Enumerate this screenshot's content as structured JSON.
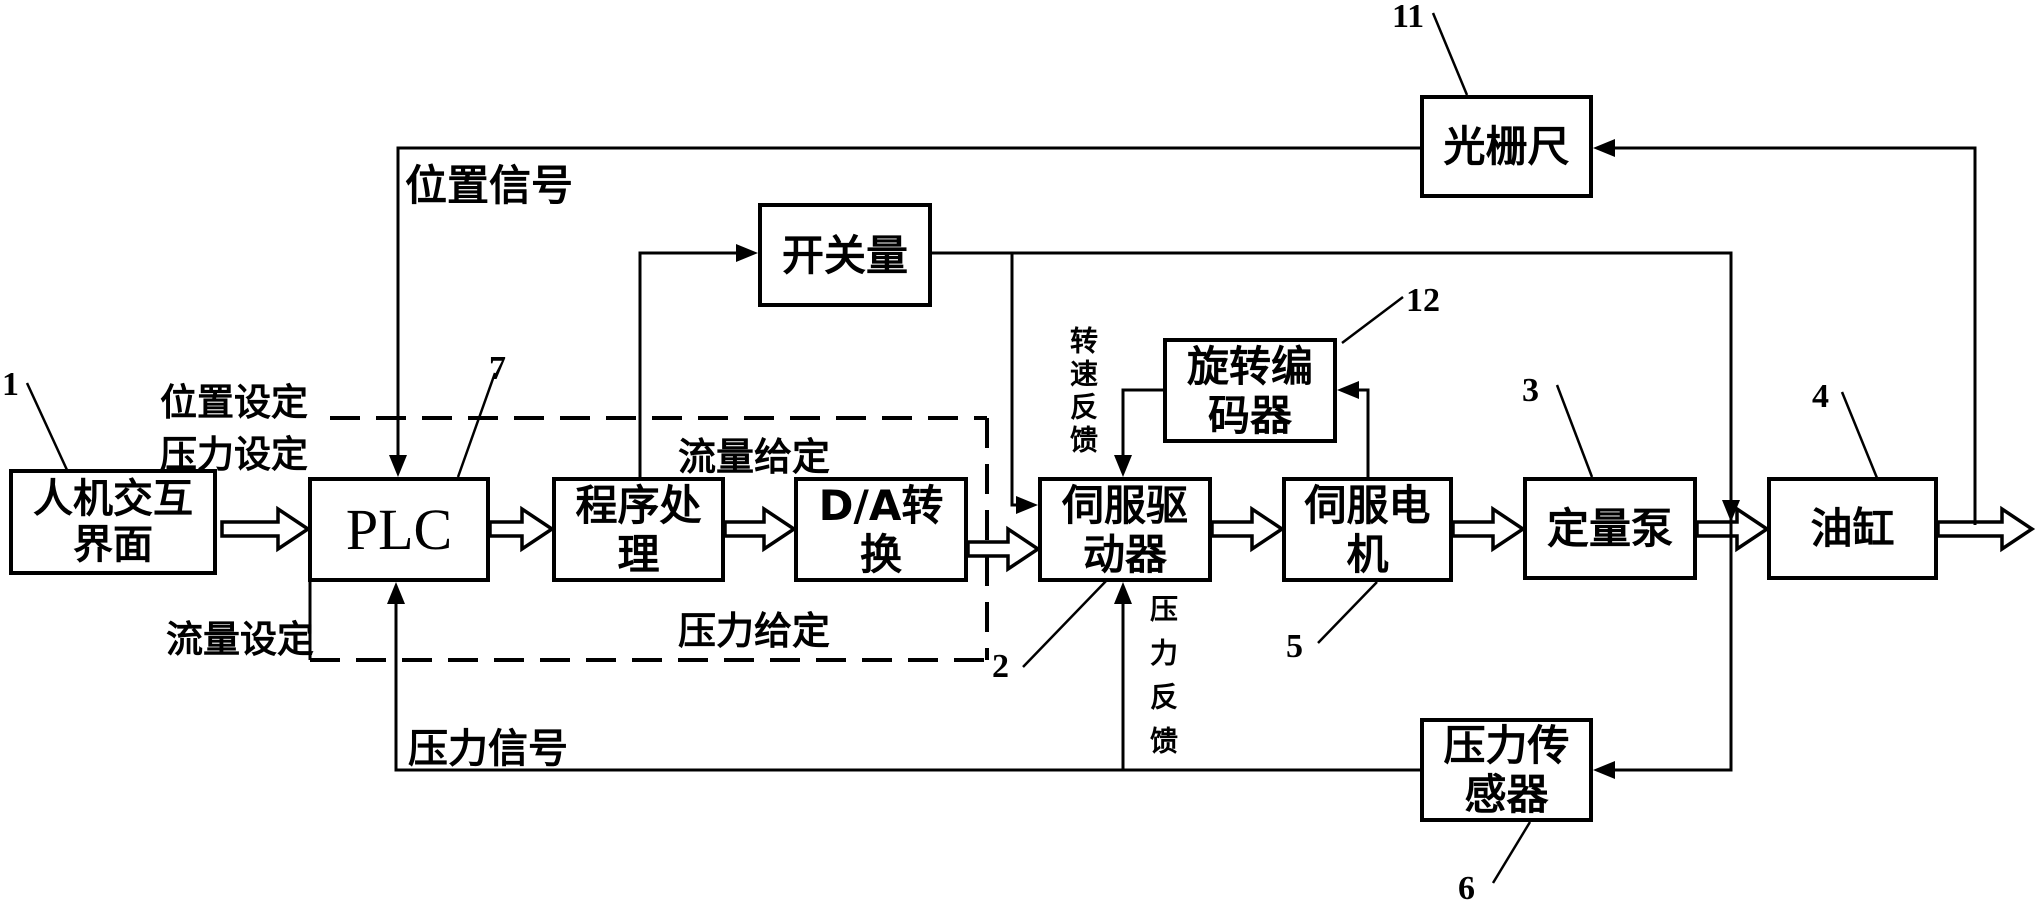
{
  "figure": {
    "background_color": "#ffffff",
    "line_color": "#000000",
    "type": "control-system-block-diagram"
  },
  "boxes": {
    "hmi": {
      "line1": "人机交互",
      "line2": "界面",
      "ref": "1"
    },
    "plc": {
      "line1": "PLC",
      "line2": "",
      "ref": "7"
    },
    "program": {
      "line1": "程序处",
      "line2": "理"
    },
    "da": {
      "line1": "D/A转",
      "line2": "换"
    },
    "servo_driver": {
      "line1": "伺服驱",
      "line2": "动器",
      "ref": "2"
    },
    "servo_motor": {
      "line1": "伺服电",
      "line2": "机",
      "ref": "5"
    },
    "pump": {
      "line1": "定量泵",
      "line2": "",
      "ref": "3"
    },
    "cylinder": {
      "line1": "油缸",
      "line2": "",
      "ref": "4"
    },
    "grating_scale": {
      "line1": "光栅尺",
      "line2": "",
      "ref": "11"
    },
    "rotary_encoder": {
      "line1": "旋转编",
      "line2": "码器",
      "ref": "12"
    },
    "pressure_sensor": {
      "line1": "压力传",
      "line2": "感器",
      "ref": "6"
    },
    "switch_io": {
      "line1": "开关量",
      "line2": ""
    }
  },
  "labels": {
    "position_signal": "位置信号",
    "position_set": "位置设定",
    "pressure_set": "压力设定",
    "flow_set": "流量设定",
    "flow_given": "流量给定",
    "pressure_given": "压力给定",
    "pressure_signal": "压力信号",
    "speed_feedback": "转速反馈",
    "pressure_feedback": "压力反馈"
  },
  "edges": [
    {
      "from": "人机交互界面",
      "to": "PLC",
      "type": "flow"
    },
    {
      "from": "PLC",
      "to": "程序处理",
      "type": "flow"
    },
    {
      "from": "程序处理",
      "to": "D/A转换",
      "type": "flow",
      "label": "流量给定/压力给定"
    },
    {
      "from": "D/A转换",
      "to": "伺服驱动器",
      "type": "flow"
    },
    {
      "from": "伺服驱动器",
      "to": "伺服电机",
      "type": "flow"
    },
    {
      "from": "伺服电机",
      "to": "定量泵",
      "type": "flow"
    },
    {
      "from": "定量泵",
      "to": "油缸",
      "type": "flow"
    },
    {
      "from": "程序处理",
      "to": "开关量",
      "type": "signal"
    },
    {
      "from": "开关量",
      "to": "伺服驱动器",
      "type": "signal"
    },
    {
      "from": "开关量",
      "to": "定量泵-油缸管路",
      "type": "signal"
    },
    {
      "from": "油缸输出",
      "to": "光栅尺",
      "type": "feedback"
    },
    {
      "from": "光栅尺",
      "to": "PLC",
      "type": "feedback",
      "label": "位置信号"
    },
    {
      "from": "管路",
      "to": "压力传感器",
      "type": "feedback"
    },
    {
      "from": "压力传感器",
      "to": "PLC",
      "type": "feedback",
      "label": "压力信号"
    },
    {
      "from": "压力传感器",
      "to": "伺服驱动器",
      "type": "feedback",
      "label": "压力反馈"
    },
    {
      "from": "伺服电机",
      "to": "旋转编码器",
      "type": "feedback"
    },
    {
      "from": "旋转编码器",
      "to": "伺服驱动器",
      "type": "feedback",
      "label": "转速反馈"
    }
  ]
}
